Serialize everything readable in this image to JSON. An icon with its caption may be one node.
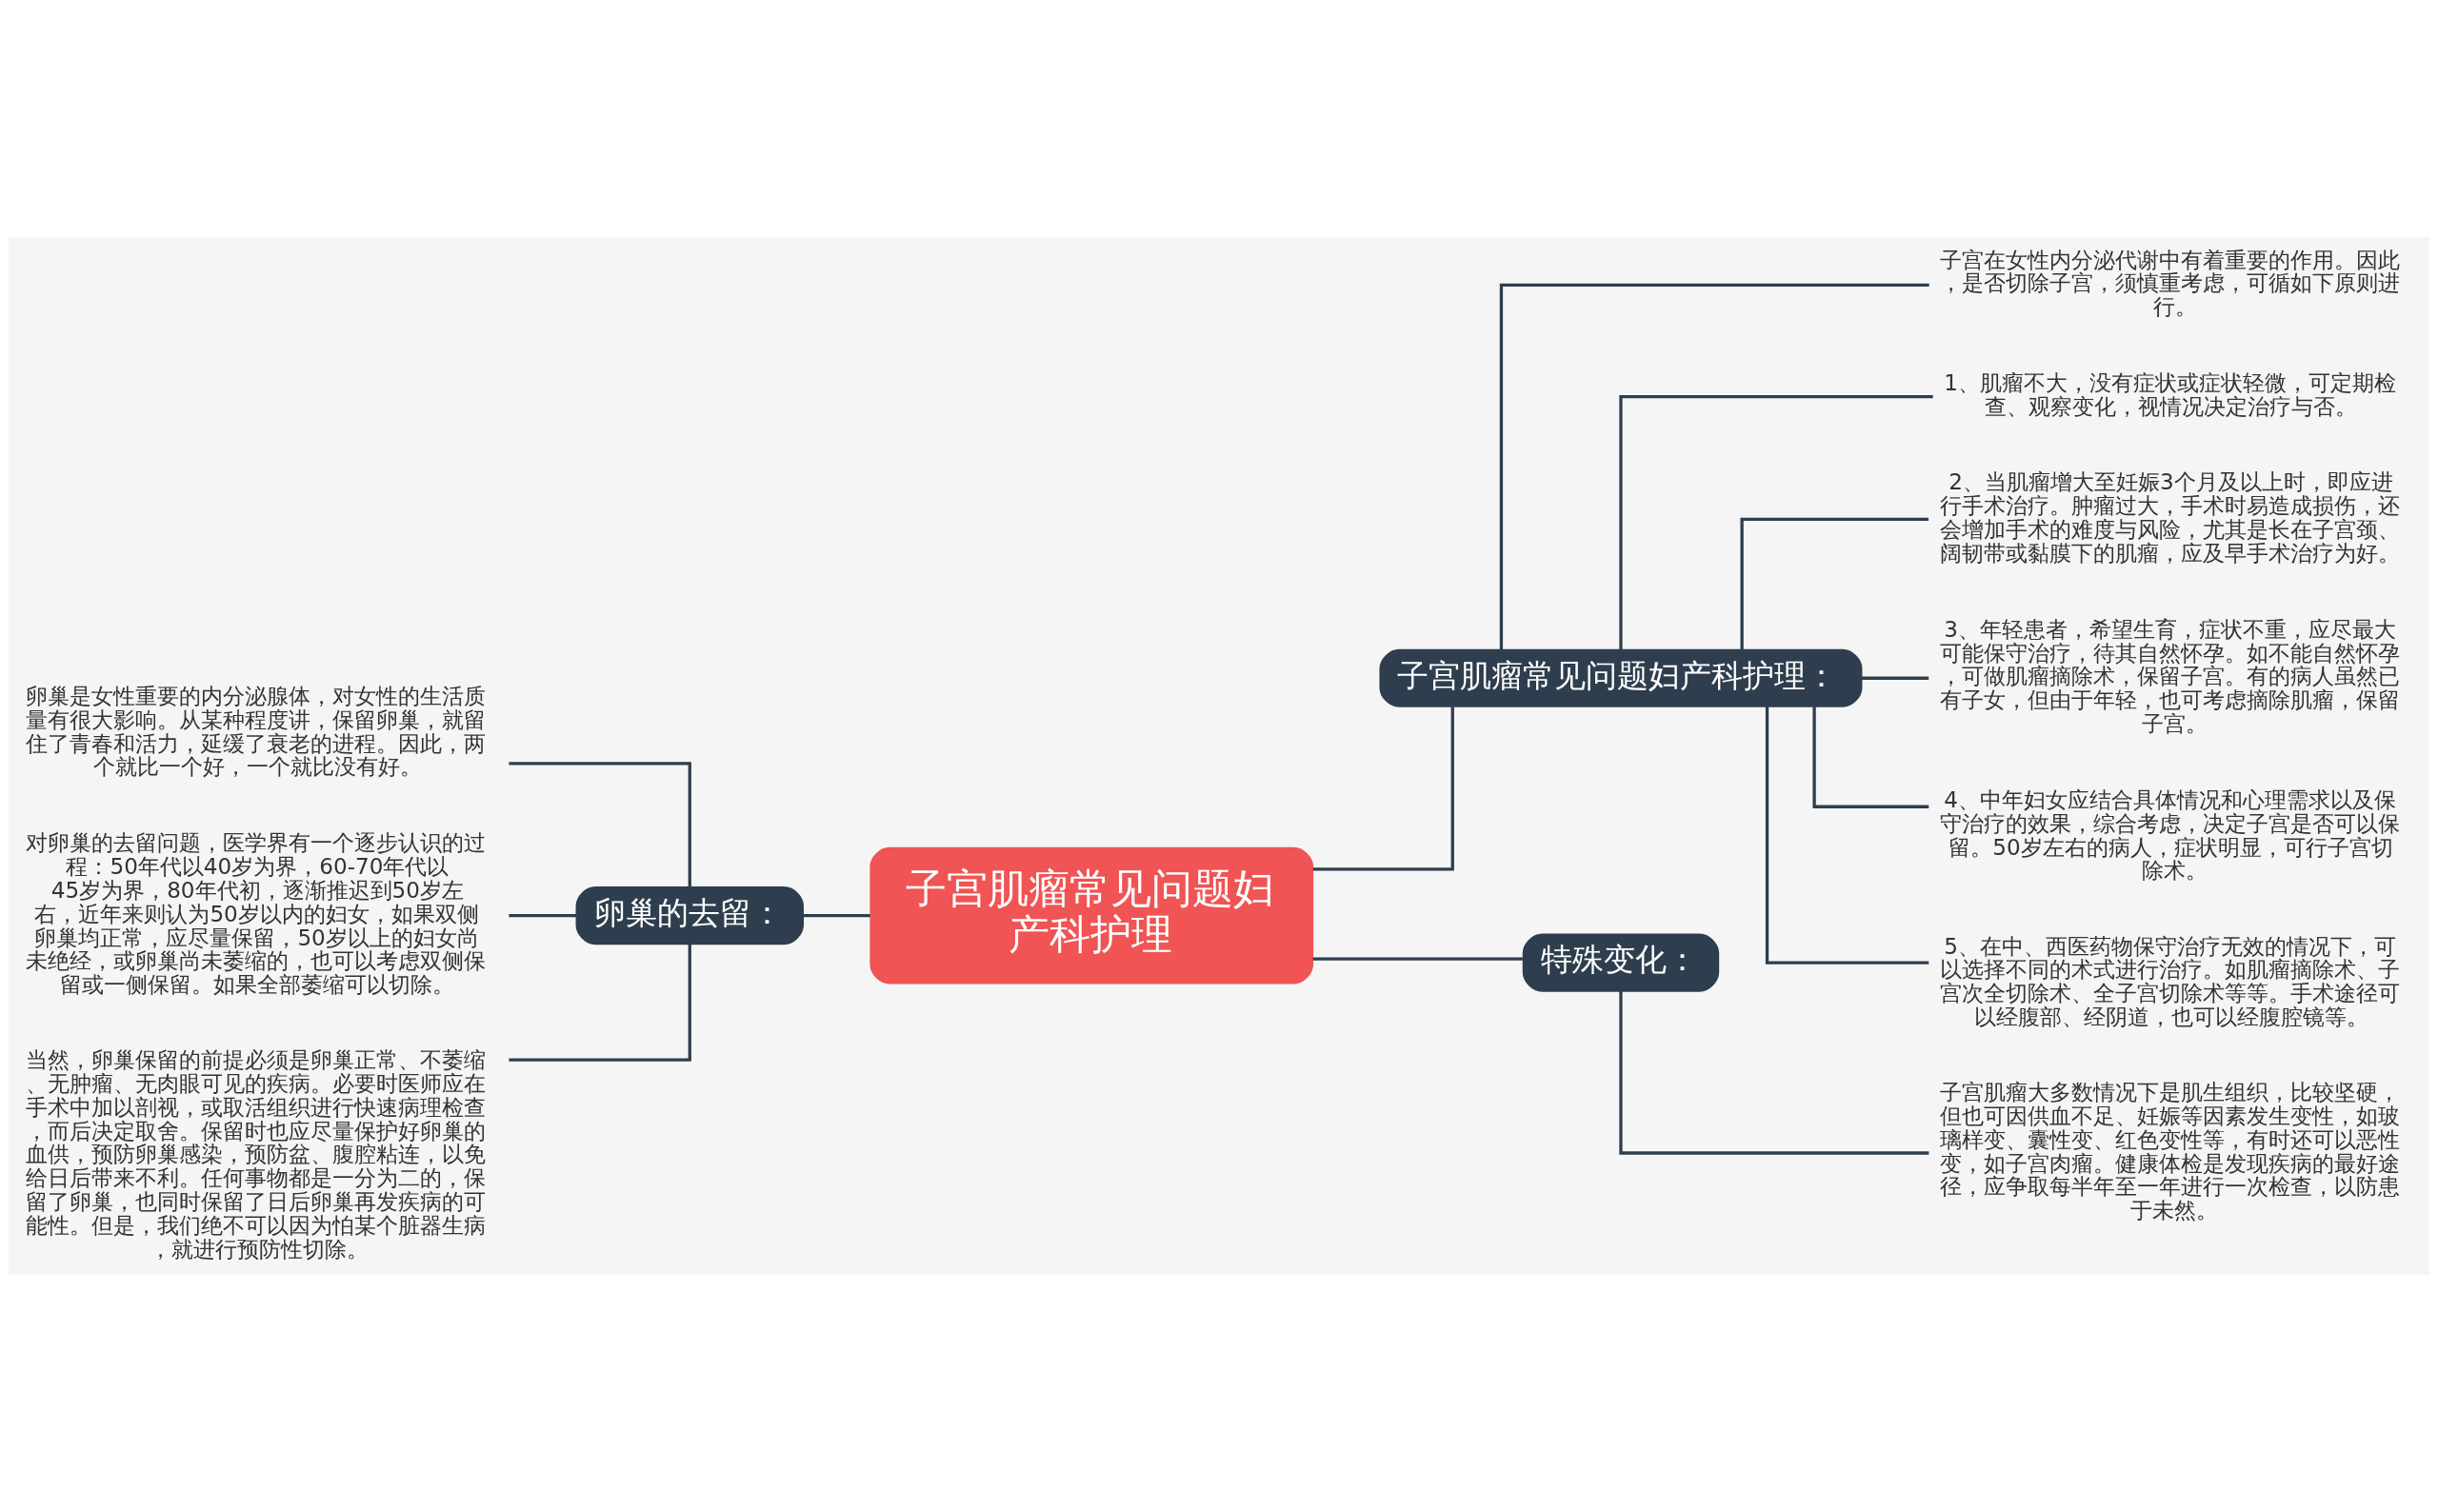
{
  "diagram": {
    "nodes": [
      {
        "text": [
          "子宫肌瘤常见问题妇产科护理"
        ]
      },
      {
        "text": [
          "子宫肌瘤常见问题妇产科护理："
        ]
      },
      {
        "text": [
          "子宫在女性内分泌代谢中有着重要的作用。因此，是否切除子宫，须慎重考虑，可循如下原则进行。"
        ]
      },
      {
        "text": [
          "1、肌瘤不大，没有症状或症状轻微，可定期检查、观察变化，视情况决定治疗与否。"
        ]
      },
      {
        "text": [
          "2、当肌瘤增大至妊娠3个月及以上时，即应进行手术治疗。肿瘤过大，手术时易造成损伤，还会增加手术的难度与风险，尤其是长在子宫颈、阔韧带或黏膜下的肌瘤，应及早手术治疗为好。"
        ]
      },
      {
        "text": [
          "3、年轻患者，希望生育，症状不重，应尽最大可能保守治疗，待其自然怀孕。如不能自然怀孕，可做肌瘤摘除术，保留子宫。有的病人虽然已有子女，但由于年轻，也可考虑摘除肌瘤，保留子宫。"
        ]
      },
      {
        "text": [
          "4、中年妇女应结合具体情况和心理需求以及保守治疗的效果，综合考虑，决定子宫是否可以保留。50岁左右的病人，症状明显，可行子宫切除术。"
        ]
      },
      {
        "text": [
          "5、在中、西医药物保守治疗无效的情况下，可以选择不同的术式进行治疗。如肌瘤摘除术、子宫次全切除术、全子宫切除术等等。手术途径可以经腹部、经阴道，也可以经腹腔镜等。"
        ]
      },
      {
        "text": [
          "特殊变化："
        ]
      },
      {
        "text": [
          "子宫肌瘤大多数情况下是肌生组织，比较坚硬，但也可因供血不足、妊娠等因素发生变性，如玻璃样变、囊性变、红色变性等，有时还可以恶性变，如子宫肉瘤。健康体检是发现疾病的最好途径，应争取每半年至一年进行一次检查，以防患于未然。"
        ]
      },
      {
        "text": [
          "卵巢的去留："
        ]
      },
      {
        "text": [
          "卵巢是女性重要的内分泌腺体，对女性的生活质量有很大影响。从某种程度讲，保留卵巢，就留住了青春和活力，延缓了衰老的进程。因此，两个就比一个好，一个就比没有好。"
        ]
      },
      {
        "text": [
          "对卵巢的去留问题，医学界有一个逐步认识的过程：50年代以40岁为界，60-70年代以45岁为界，80年代初，逐渐推迟到50岁左右，近年来则认为50岁以内的妇女，如果双侧卵巢均正常，应尽量保留，50岁以上的妇女尚未绝经，或卵巢尚未萎缩的，也可以考虑双侧保留或一侧保留。如果全部萎缩可以切除。"
        ]
      },
      {
        "text": [
          "当然，卵巢保留的前提必须是卵巢正常、不萎缩、无肿瘤、无肉眼可见的疾病。必要时医师应在手术中加以剖视，或取活组织进行快速病理检查，而后决定取舍。保留时也应尽量保护好卵巢的血供，预防卵巢感染，预防盆、腹腔粘连，以免给日后带来不利。任何事物都是一分为二的，保留了卵巢，也同时保留了日后卵巢再发疾病的可能性。但是，我们绝不可以因为怕某个脏器生病，就进行预防性切除。"
        ]
      }
    ],
    "edges": [
      {
        "from": 0,
        "to": 1,
        "arrow": "none"
      },
      {
        "from": 1,
        "to": 2,
        "arrow": "none"
      },
      {
        "from": 1,
        "to": 3,
        "arrow": "none"
      },
      {
        "from": 1,
        "to": 4,
        "arrow": "none"
      },
      {
        "from": 1,
        "to": 5,
        "arrow": "none"
      },
      {
        "from": 1,
        "to": 6,
        "arrow": "none"
      },
      {
        "from": 1,
        "to": 7,
        "arrow": "none"
      },
      {
        "from": 0,
        "to": 8,
        "arrow": "none"
      },
      {
        "from": 8,
        "to": 9,
        "arrow": "none"
      },
      {
        "from": 0,
        "to": 10,
        "arrow": "none"
      },
      {
        "from": 10,
        "to": 11,
        "arrow": "none"
      },
      {
        "from": 10,
        "to": 12,
        "arrow": "none"
      },
      {
        "from": 10,
        "to": 13,
        "arrow": "none"
      }
    ]
  }
}
